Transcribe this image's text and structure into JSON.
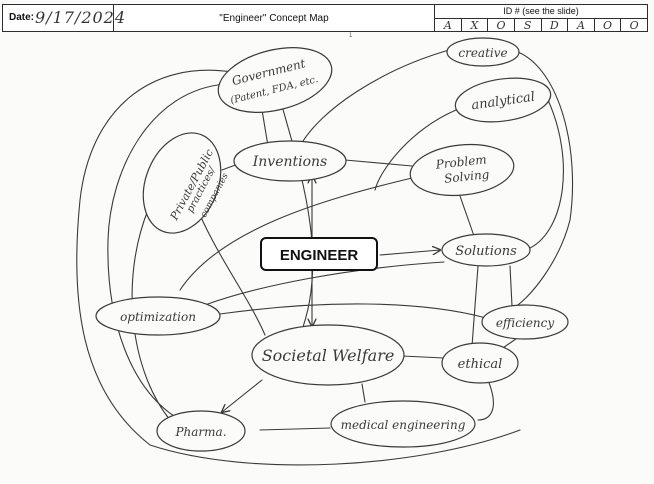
{
  "header": {
    "date_label": "Date:",
    "date_value": "9/17/2024",
    "title": "\"Engineer\" Concept Map",
    "id_label": "ID # (see the slide)",
    "id_chars": [
      "A",
      "X",
      "O",
      "S",
      "D",
      "A",
      "O",
      "O"
    ],
    "page_mark": "1"
  },
  "nodes": {
    "center": "ENGINEER",
    "government": [
      "Government",
      "(Patent, FDA, etc."
    ],
    "private_public": [
      "Private/Public",
      "practices/",
      "companies"
    ],
    "inventions": "Inventions",
    "creative": "creative",
    "analytical": "analytical",
    "problem_solving": [
      "Problem",
      "Solving"
    ],
    "solutions": "Solutions",
    "optimization": "optimization",
    "efficiency": "efficiency",
    "societal_welfare": "Societal Welfare",
    "ethical": "ethical",
    "medical_engineering": "medical engineering",
    "pharma": "Pharma."
  },
  "colors": {
    "ink": "#3a3a3a",
    "center_border": "#111111"
  }
}
